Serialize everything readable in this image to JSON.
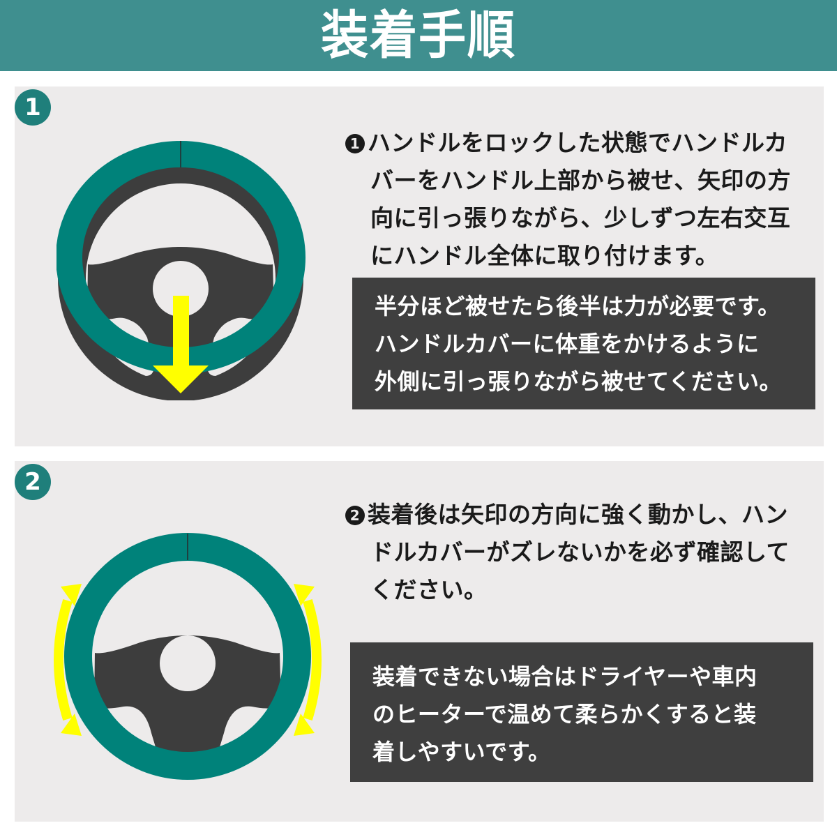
{
  "header": {
    "title": "装着手順",
    "background_color": "#3f8f8f"
  },
  "colors": {
    "panel_background": "#edebeb",
    "badge_teal": "#1f7f7b",
    "wheel_cover_teal": "#00827a",
    "wheel_body_dark": "#3d3d3d",
    "arrow_yellow": "#ffff00",
    "note_box_background": "#3f3f3f"
  },
  "steps": [
    {
      "badge": "1",
      "bullet": "1",
      "instruction_lines": [
        "ハンドルをロックした状態でハンドルカ",
        "バーをハンドル上部から被せ、矢印の方",
        "向に引っ張りながら、少しずつ左右交互",
        "にハンドル全体に取り付けます。"
      ],
      "note_lines": [
        "半分ほど被せたら後半は力が必要です。",
        "ハンドルカバーに体重をかけるように",
        "外側に引っ張りながら被せてください。"
      ],
      "illustration": {
        "icon": "steering-wheel-cover-half-on-icon",
        "arrow": "down-arrow-icon"
      }
    },
    {
      "badge": "2",
      "bullet": "2",
      "instruction_lines": [
        "装着後は矢印の方向に強く動かし、ハン",
        "ドルカバーがズレないかを必ず確認して",
        "ください。"
      ],
      "note_lines": [
        "装着できない場合はドライヤーや車内",
        "のヒーターで温めて柔らかくすると装",
        "着しやすいです。"
      ],
      "illustration": {
        "icon": "steering-wheel-cover-fitted-icon",
        "arrow": "curved-double-arrow-icon"
      }
    }
  ]
}
